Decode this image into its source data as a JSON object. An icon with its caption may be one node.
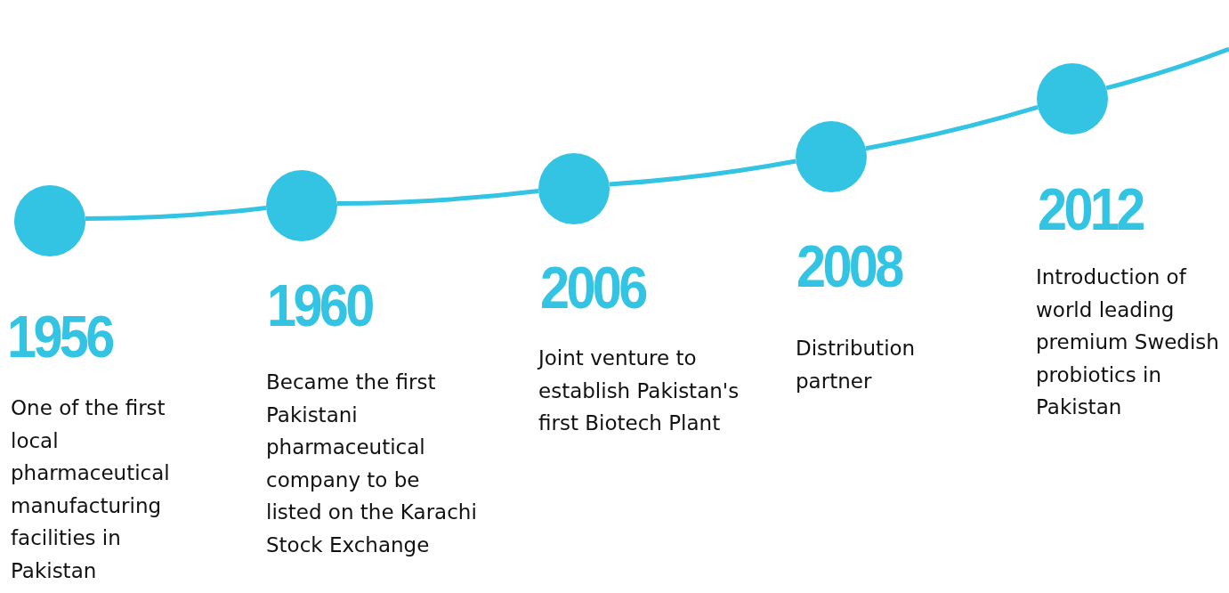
{
  "diagram": {
    "nodes": [
      {
        "text": [],
        "shape": "circle",
        "beside": [
          "1956",
          "One of the first local pharmaceutical manufacturing facilities in Pakistan"
        ]
      },
      {
        "text": [],
        "shape": "circle",
        "beside": [
          "1960",
          "Became the first Pakistani pharmaceutical company to be listed on the Karachi Stock Exchange"
        ]
      },
      {
        "text": [],
        "shape": "circle",
        "beside": [
          "2006",
          "Joint venture to establish Pakistan's first Biotech Plant"
        ]
      },
      {
        "text": [],
        "shape": "circle",
        "beside": [
          "2008",
          "Distribution partner"
        ]
      },
      {
        "text": [],
        "shape": "circle",
        "beside": [
          "2012",
          "Introduction of world leading premium Swedish probiotics in Pakistan"
        ]
      }
    ],
    "edges": [
      {
        "from": 0,
        "to": 1,
        "arrow": "none"
      },
      {
        "from": 1,
        "to": 2,
        "arrow": "none"
      },
      {
        "from": 2,
        "to": 3,
        "arrow": "none"
      },
      {
        "from": 3,
        "to": 4,
        "arrow": "none"
      },
      {
        "from": 4,
        "to": null,
        "arrow": "none"
      }
    ]
  }
}
